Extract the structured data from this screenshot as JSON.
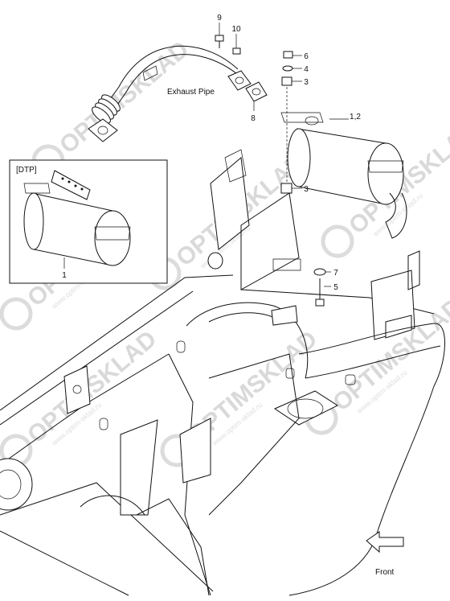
{
  "labels": {
    "exhaust_pipe": "Exhaust Pipe",
    "dtp": "[DTP]",
    "front": "Front"
  },
  "callouts": [
    "9",
    "10",
    "8",
    "6",
    "4",
    "3",
    "1,2",
    "3",
    "1",
    "7",
    "5"
  ],
  "watermark": {
    "text": "OPTIMSKLAD",
    "url": "www.optim-sklad.ru"
  }
}
